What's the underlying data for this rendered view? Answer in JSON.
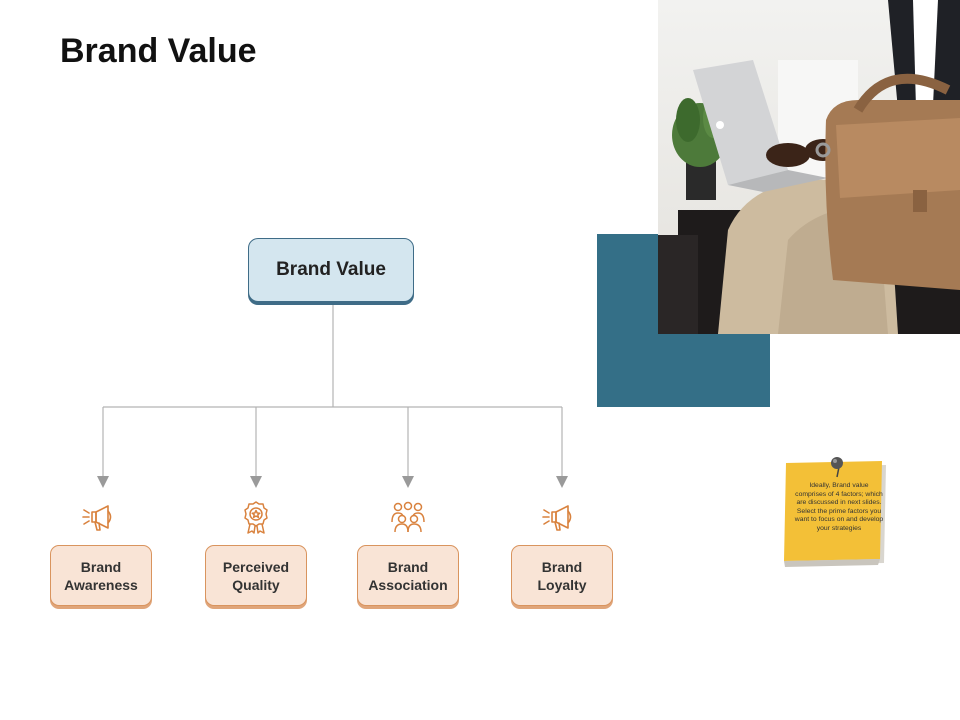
{
  "slide": {
    "title": "Brand Value"
  },
  "diagram": {
    "root": {
      "label": "Brand Value"
    },
    "children": [
      {
        "label": "Brand\nAwareness",
        "icon": "megaphone-icon"
      },
      {
        "label": "Perceived\nQuality",
        "icon": "award-badge-icon"
      },
      {
        "label": "Brand\nAssociation",
        "icon": "people-group-icon"
      },
      {
        "label": "Brand\nLoyalty",
        "icon": "megaphone-icon"
      }
    ]
  },
  "note": {
    "text": "Ideally, Brand value comprises of 4 factors; which are discussed in next slides. Select the prime factors you want to focus on and develop your strategies"
  },
  "colors": {
    "accent_teal": "#346f87",
    "root_fill": "#d4e6ef",
    "child_fill": "#f9e4d6",
    "child_border": "#d9945e",
    "icon_orange": "#d9823e",
    "sticky_yellow": "#f3c037",
    "connector_gray": "#b3b3b3"
  }
}
